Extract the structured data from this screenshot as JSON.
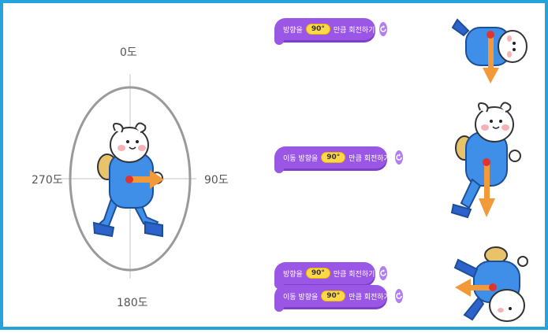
{
  "diagram": {
    "labels": {
      "top": "0도",
      "right": "90도",
      "bottom": "180도",
      "left": "270도"
    }
  },
  "blocks": [
    {
      "id": "rotate-1",
      "prefix": "방향을",
      "value": "90°",
      "suffix": "만큼 회전하기"
    },
    {
      "id": "move-rotate-1",
      "prefix": "이동 방향을",
      "value": "90°",
      "suffix": "만큼 회전하기"
    },
    {
      "id": "rotate-2",
      "prefix": "방향을",
      "value": "90°",
      "suffix": "만큼 회전하기"
    },
    {
      "id": "move-rotate-2",
      "prefix": "이동 방향을",
      "value": "90°",
      "suffix": "만큼 회전하기"
    }
  ],
  "colors": {
    "frame": "#27a3dc",
    "block": "#9a56e4",
    "value_pill": "#ffd84a",
    "arrow": "#f29a3a",
    "character_body": "#3f8ee8"
  },
  "icons": [
    "rotate-icon",
    "direction-arrow-icon",
    "character-sprite"
  ]
}
